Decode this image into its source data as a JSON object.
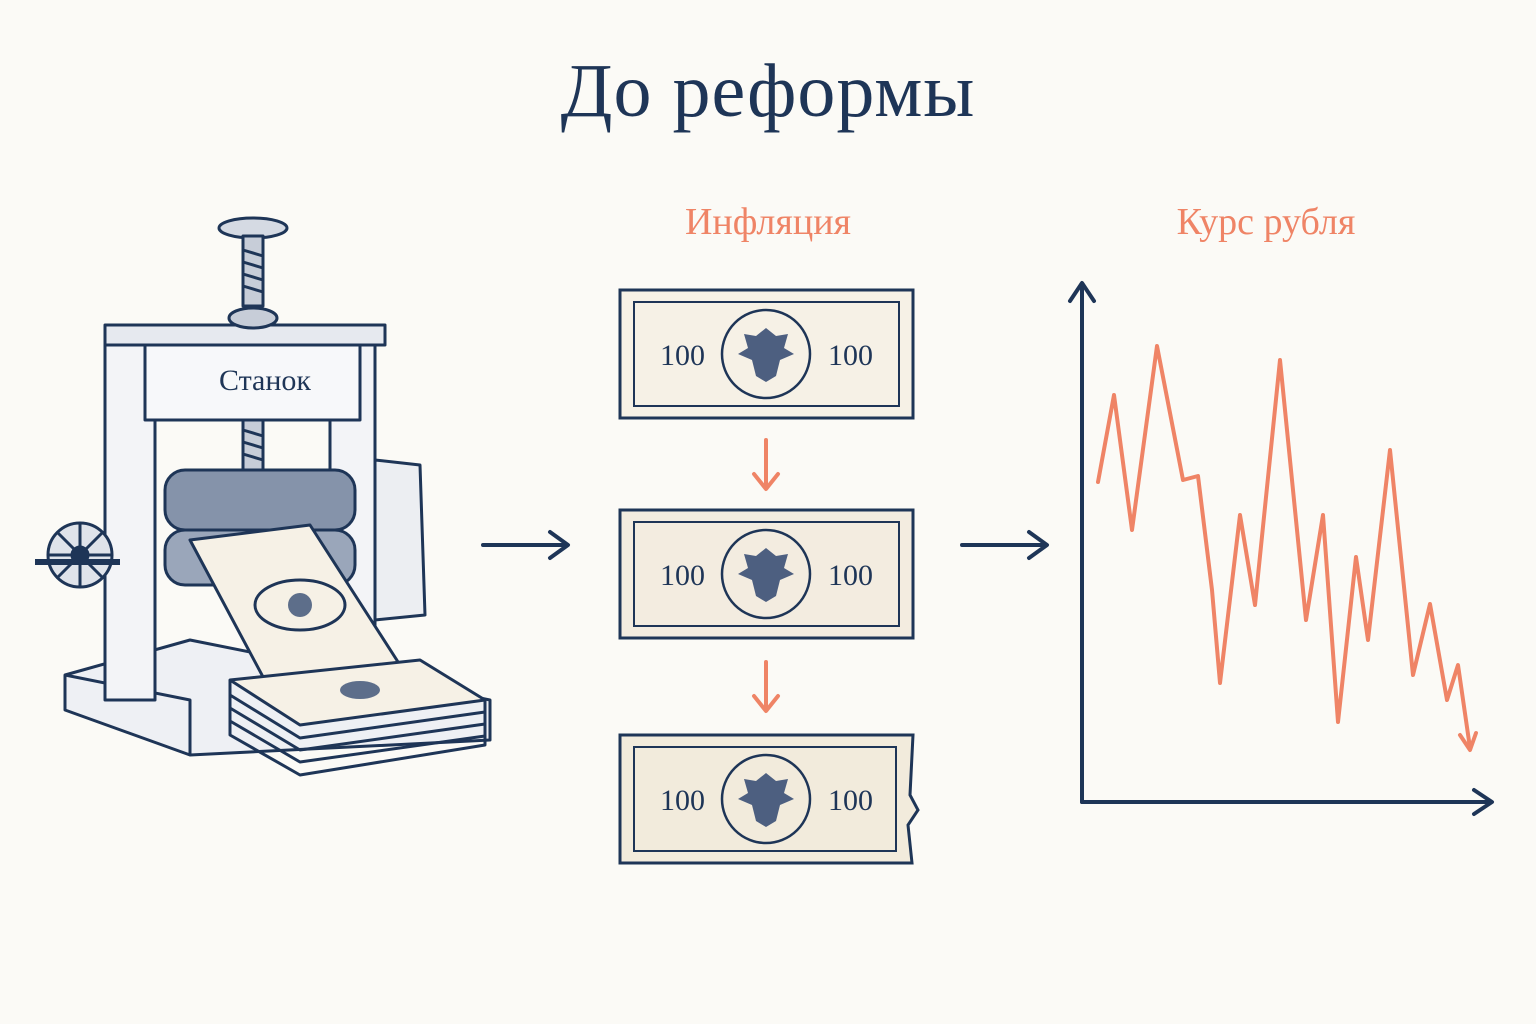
{
  "title": "До реформы",
  "press": {
    "label": "Станок"
  },
  "inflation": {
    "label": "Инфляция",
    "banknotes": [
      {
        "left_value": "100",
        "right_value": "100",
        "state": "intact"
      },
      {
        "left_value": "100",
        "right_value": "100",
        "state": "faded"
      },
      {
        "left_value": "100",
        "right_value": "100",
        "state": "torn"
      }
    ]
  },
  "exchange_rate": {
    "label": "Курс рубля"
  },
  "icons": [
    "printing-press-icon",
    "flow-arrow-icon",
    "down-arrow-icon",
    "double-headed-eagle-icon",
    "trend-down-arrow-icon"
  ],
  "colors": {
    "navy": "#1e3557",
    "accent": "#ef8466",
    "paper": "#f6f1e6"
  }
}
